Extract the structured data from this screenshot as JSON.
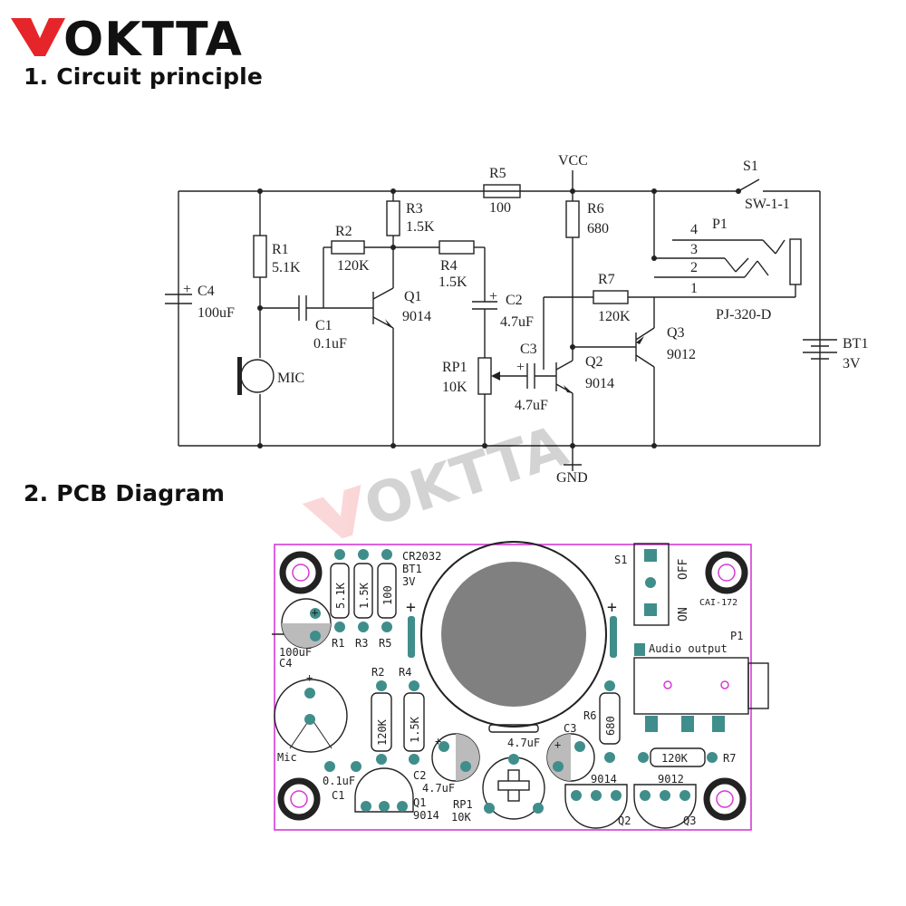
{
  "brand": {
    "logo_text": "OKTTA",
    "watermark_text": "OKTTA",
    "colors": {
      "red": "#e5252a",
      "black": "#111111"
    }
  },
  "sections": {
    "s1": "1. Circuit principle",
    "s2": "2. PCB Diagram"
  },
  "schematic": {
    "vcc": "VCC",
    "gnd": "GND",
    "r1": {
      "ref": "R1",
      "val": "5.1K"
    },
    "r2": {
      "ref": "R2",
      "val": "120K"
    },
    "r3": {
      "ref": "R3",
      "val": "1.5K"
    },
    "r4": {
      "ref": "R4",
      "val": "1.5K"
    },
    "r5": {
      "ref": "R5",
      "val": "100"
    },
    "r6": {
      "ref": "R6",
      "val": "680"
    },
    "r7": {
      "ref": "R7",
      "val": "120K"
    },
    "c1": {
      "ref": "C1",
      "val": "0.1uF"
    },
    "c2": {
      "ref": "C2",
      "val": "4.7uF"
    },
    "c3": {
      "ref": "C3",
      "val": "4.7uF"
    },
    "c4": {
      "ref": "C4",
      "val": "100uF"
    },
    "q1": {
      "ref": "Q1",
      "val": "9014"
    },
    "q2": {
      "ref": "Q2",
      "val": "9014"
    },
    "q3": {
      "ref": "Q3",
      "val": "9012"
    },
    "rp1": {
      "ref": "RP1",
      "val": "10K"
    },
    "mic": "MIC",
    "s1": {
      "ref": "S1",
      "val": "SW-1-1"
    },
    "p1": {
      "ref": "P1",
      "val": "PJ-320-D",
      "pins": [
        "4",
        "3",
        "2",
        "1"
      ]
    },
    "bt1": {
      "ref": "BT1",
      "val": "3V"
    },
    "plus": "+"
  },
  "pcb": {
    "r1": {
      "ref": "R1",
      "val": "5.1K"
    },
    "r3": {
      "ref": "R3",
      "val": "1.5K"
    },
    "r5": {
      "ref": "R5",
      "val": "100"
    },
    "r2": {
      "ref": "R2",
      "val": "120K"
    },
    "r4": {
      "ref": "R4",
      "val": "1.5K"
    },
    "r6": {
      "ref": "R6",
      "val": "680"
    },
    "r7": {
      "ref": "R7",
      "val": "120K"
    },
    "bt1": {
      "line1": "CR2032",
      "line2": "BT1",
      "line3": "3V"
    },
    "c4": {
      "ref": "C4",
      "val": "100uF"
    },
    "c1": {
      "ref": "C1",
      "val": "0.1uF"
    },
    "c2": {
      "ref": "C2",
      "val": "4.7uF"
    },
    "c3": {
      "ref": "C3",
      "val": "4.7uF"
    },
    "mic": "Mic",
    "q1": {
      "ref": "Q1",
      "val": "9014"
    },
    "q2": {
      "ref": "Q2",
      "val": "9014"
    },
    "q3": {
      "ref": "Q3",
      "val": "9012"
    },
    "rp1": {
      "ref": "RP1",
      "val": "10K"
    },
    "s1": {
      "ref": "S1",
      "off": "OFF",
      "on": "ON"
    },
    "hole": "CAI-172",
    "p1": {
      "ref": "P1",
      "label": "Audio output"
    },
    "plus": "+",
    "colors": {
      "outline": "#d63ad6",
      "pad": "#3f8e8b",
      "fill": "#808080"
    }
  }
}
